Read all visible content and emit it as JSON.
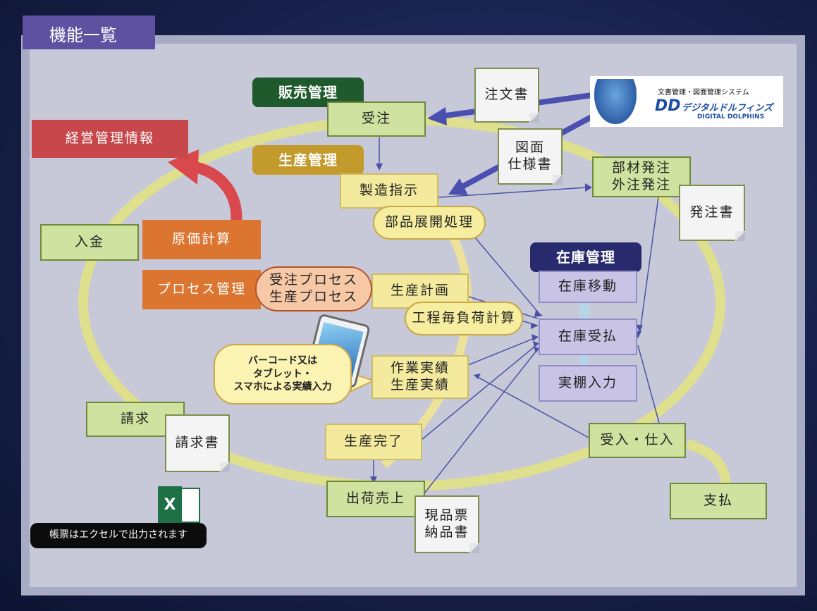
{
  "title": "機能一覧",
  "headers": {
    "sales": "販売管理",
    "production": "生産管理",
    "inventory": "在庫管理"
  },
  "management_info": "経営管理情報",
  "nodes": {
    "order": "受注",
    "manufacturing": "製造指示",
    "bom": "部品展開処理",
    "parts_order": "部材発注\n外注発注",
    "payment_in": "入金",
    "cost_calc": "原価計算",
    "process_mgmt": "プロセス管理",
    "processes": "受注プロセス\n生産プロセス",
    "production_plan": "生産計画",
    "load_calc": "工程毎負荷計算",
    "inv_move": "在庫移動",
    "inv_receipt": "在庫受払",
    "stocktake": "実棚入力",
    "work_results": "作業実績\n生産実績",
    "production_done": "生産完了",
    "shipping": "出荷売上",
    "receiving": "受入・仕入",
    "billing": "請求",
    "payment_out": "支払"
  },
  "documents": {
    "order_form": "注文書",
    "drawing_spec": "図面\n仕様書",
    "purchase_order": "発注書",
    "invoice": "請求書",
    "delivery_note": "現品票\n納品書"
  },
  "callout": "バーコード又は\nタブレット・\nスマホによる実績入力",
  "excel_note": "帳票はエクセルで出力されます",
  "excel_icon_letter": "X",
  "logo": {
    "caption": "文書管理・図面管理システム",
    "mark": "DD",
    "name_jp": "デジタルドルフィンズ",
    "name_en": "DIGITAL DOLPHINS"
  },
  "colors": {
    "sales_header": "#1f5a2c",
    "production_header": "#c39a2c",
    "inventory_header": "#272a6c",
    "management_info": "#c7474b",
    "title_bar": "#5e51a2"
  }
}
